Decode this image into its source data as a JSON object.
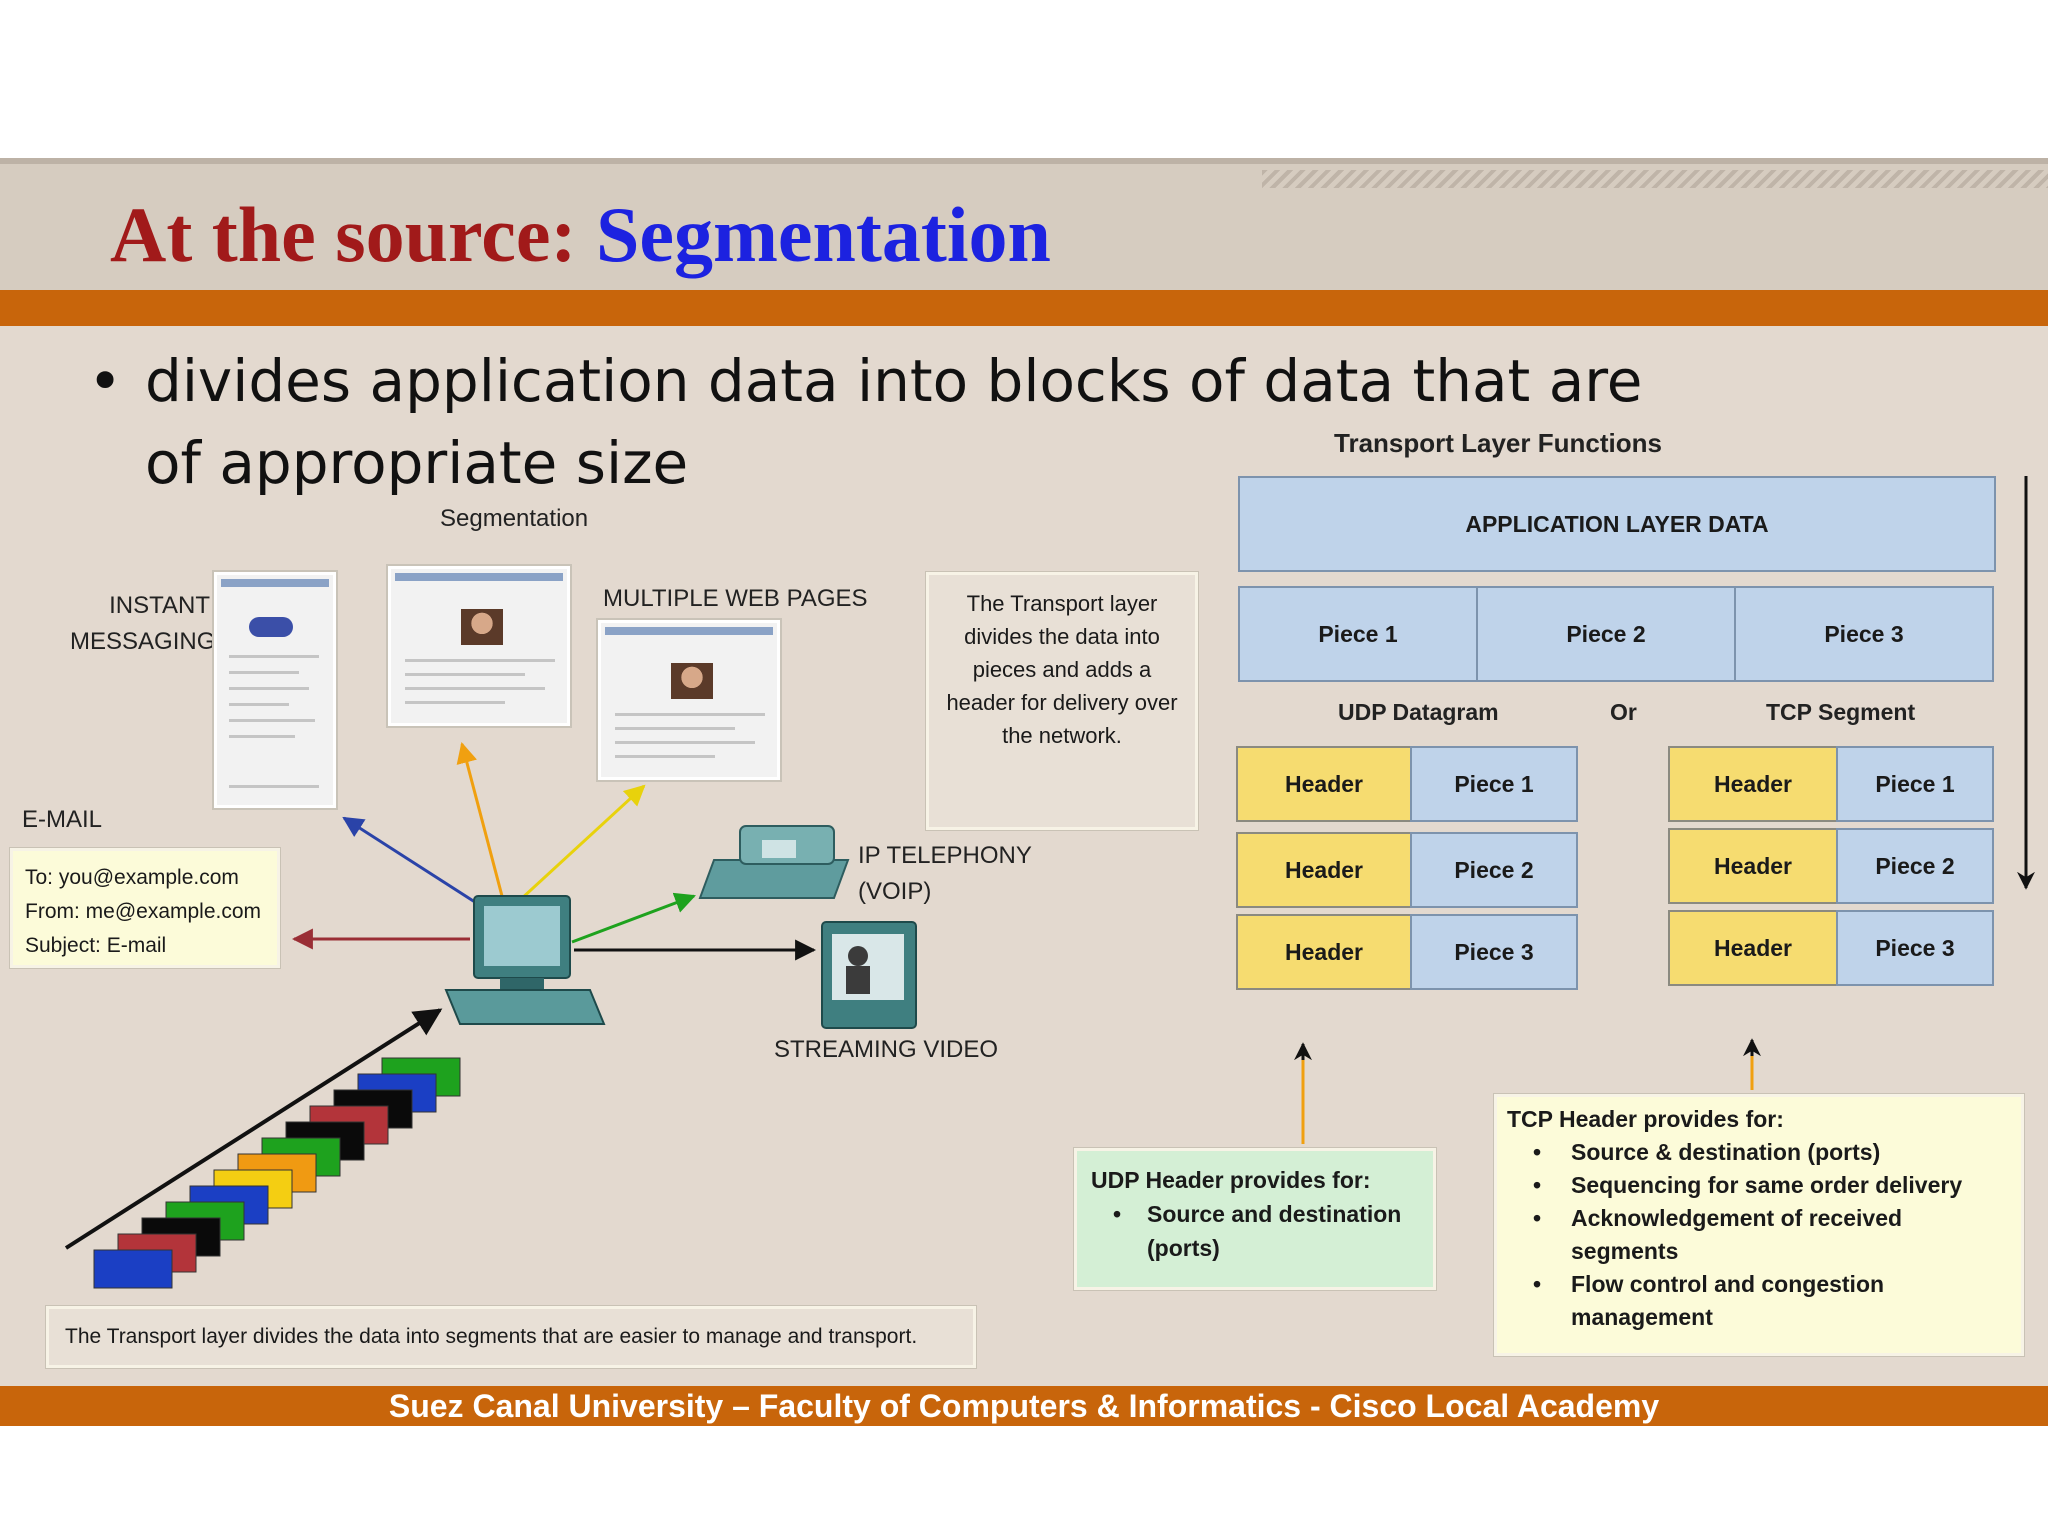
{
  "slide": {
    "title_part1": "At the source: ",
    "title_part2": "Segmentation",
    "bullet_char": "•",
    "bullet_text": "divides application data into blocks of data that are of appropriate size",
    "footer": "Suez Canal University – Faculty of Computers & Informatics - Cisco Local Academy"
  },
  "left_diagram": {
    "heading": "Segmentation",
    "instant_messaging": "INSTANT\nMESSAGING",
    "multiple_web_pages": "MULTIPLE WEB PAGES",
    "email_label": "E-MAIL",
    "email_lines": [
      "To: you@example.com",
      "From: me@example.com",
      "Subject: E-mail"
    ],
    "ip_telephony": "IP TELEPHONY\n(VOIP)",
    "streaming_video": "STREAMING VIDEO",
    "callout": "The Transport layer divides the data into pieces and adds a header for delivery over the network.",
    "caption": "The Transport layer divides the data into segments that are easier to manage and transport.",
    "segment_colors": [
      "#1b3fc4",
      "#b3343a",
      "#0a0a0a",
      "#1ea21e",
      "#1b3fc4",
      "#f4ce12",
      "#f09a12",
      "#1ea21e",
      "#0a0a0a",
      "#b3343a",
      "#0a0a0a",
      "#1b3fc4",
      "#1ea21e"
    ]
  },
  "right_diagram": {
    "heading": "Transport Layer Functions",
    "app_layer_data": "APPLICATION LAYER DATA",
    "pieces": [
      "Piece 1",
      "Piece 2",
      "Piece 3"
    ],
    "udp_label": "UDP Datagram",
    "or_label": "Or",
    "tcp_label": "TCP Segment",
    "header_label": "Header",
    "udp_note_title": "UDP Header provides for:",
    "udp_note_items": [
      "Source and destination\n(ports)"
    ],
    "tcp_note_title": "TCP Header provides for:",
    "tcp_note_items": [
      "Source & destination (ports)",
      "Sequencing for same order delivery",
      "Acknowledgement of received\nsegments",
      "Flow control and congestion\nmanagement"
    ]
  },
  "colors": {
    "title_red": "#a11a1a",
    "title_blue": "#1c22e0",
    "orange_bar": "#c8650b",
    "piece_blue": "#bfd3ea",
    "header_yellow": "#f6dc70",
    "udp_note_green": "#d4efd5",
    "tcp_note_yellow": "#fcfbd9"
  }
}
